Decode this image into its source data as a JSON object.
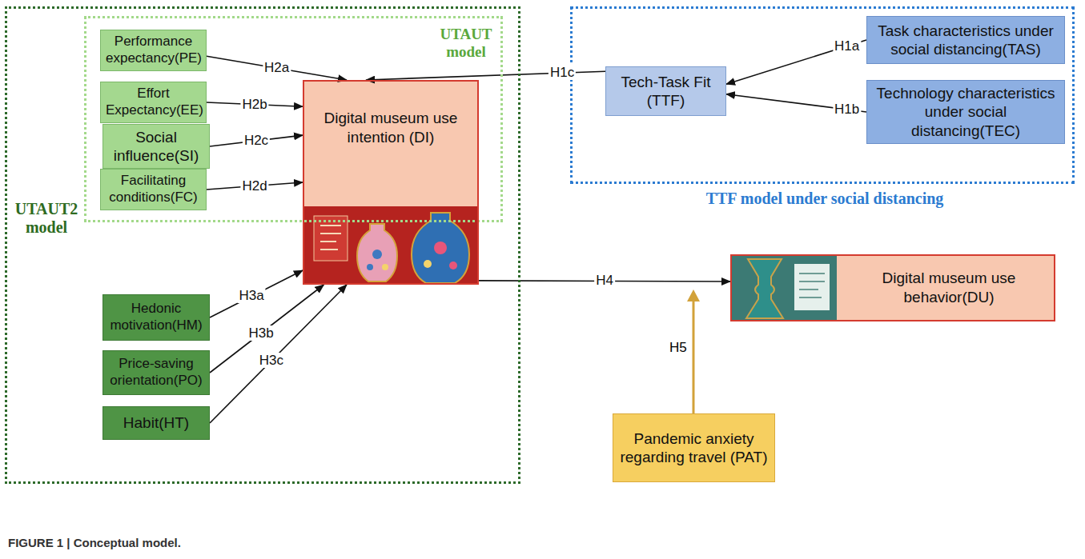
{
  "diagram": {
    "caption": "FIGURE 1 | Conceptual model.",
    "nodes": [
      {
        "text": [
          "UTAUT2 model"
        ]
      },
      {
        "text": [
          "UTAUT model"
        ],
        "in": 0
      },
      {
        "text": [
          "Performance expectancy(PE)"
        ],
        "in": 1
      },
      {
        "text": [
          "Effort Expectancy(EE)"
        ],
        "in": 1
      },
      {
        "text": [
          "Social influence(SI)"
        ],
        "in": 1
      },
      {
        "text": [
          "Facilitating conditions(FC)"
        ],
        "in": 1
      },
      {
        "text": [
          "Digital museum use intention (DI)"
        ],
        "in": 0
      },
      {
        "text": [
          "Hedonic motivation(HM)"
        ],
        "in": 0
      },
      {
        "text": [
          "Price-saving orientation(PO)"
        ],
        "in": 0
      },
      {
        "text": [
          "Habit(HT)"
        ],
        "in": 0
      },
      {
        "text": [
          "TTF model under social distancing"
        ]
      },
      {
        "text": [
          "Tech-Task Fit (TTF)"
        ],
        "in": 10
      },
      {
        "text": [
          "Task characteristics under social distancing(TAS)"
        ],
        "in": 10
      },
      {
        "text": [
          "Technology characteristics under social distancing(TEC)"
        ],
        "in": 10
      },
      {
        "text": [
          "Digital museum use behavior(DU)"
        ]
      },
      {
        "text": [
          "Pandemic anxiety regarding travel (PAT)"
        ]
      }
    ],
    "edges": [
      {
        "from": 2,
        "to": 6,
        "label": "H2a",
        "arrow": "to"
      },
      {
        "from": 3,
        "to": 6,
        "label": "H2b",
        "arrow": "to"
      },
      {
        "from": 4,
        "to": 6,
        "label": "H2c",
        "arrow": "to"
      },
      {
        "from": 5,
        "to": 6,
        "label": "H2d",
        "arrow": "to"
      },
      {
        "from": 11,
        "to": 6,
        "label": "H1c",
        "arrow": "to"
      },
      {
        "from": 12,
        "to": 11,
        "label": "H1a",
        "arrow": "to"
      },
      {
        "from": 13,
        "to": 11,
        "label": "H1b",
        "arrow": "to"
      },
      {
        "from": 7,
        "to": 6,
        "label": "H3a",
        "arrow": "to"
      },
      {
        "from": 8,
        "to": 6,
        "label": "H3b",
        "arrow": "to"
      },
      {
        "from": 9,
        "to": 6,
        "label": "H3c",
        "arrow": "to"
      },
      {
        "from": 6,
        "to": 14,
        "label": "H4",
        "arrow": "to"
      }
    ],
    "labels": [
      "H5"
    ]
  }
}
